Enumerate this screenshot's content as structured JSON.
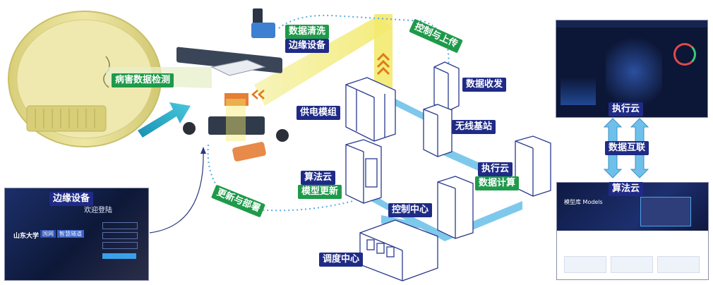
{
  "labels": {
    "disease_detection": "病害数据检测",
    "data_cleaning": "数据清洗",
    "edge_device_top": "边缘设备",
    "power_module": "供电模组",
    "control_upload": "控制与上传",
    "data_transceive": "数据收发",
    "wireless_station": "无线基站",
    "algorithm_cloud_left": "算法云",
    "model_update": "模型更新",
    "exec_cloud_mid": "执行云",
    "data_compute": "数据计算",
    "control_center": "控制中心",
    "update_deploy": "更新与部署",
    "dispatch_center": "调度中心",
    "edge_device_login": "边缘设备",
    "exec_cloud_right": "执行云",
    "data_interconnect": "数据互联",
    "algorithm_cloud_right": "算法云"
  },
  "login_screen": {
    "title": "欢迎登陆",
    "brand": "山东大学",
    "tabs": [
      "国网",
      "智慧隧道"
    ]
  },
  "model_screen": {
    "title": "模型库 Models"
  },
  "colors": {
    "navy": "#1f2b86",
    "green": "#1f9a4a",
    "beam_yellow": "#f2ea7a",
    "flow_blue": "#5ab9e6",
    "arrow_teal": "#27a5c6"
  }
}
